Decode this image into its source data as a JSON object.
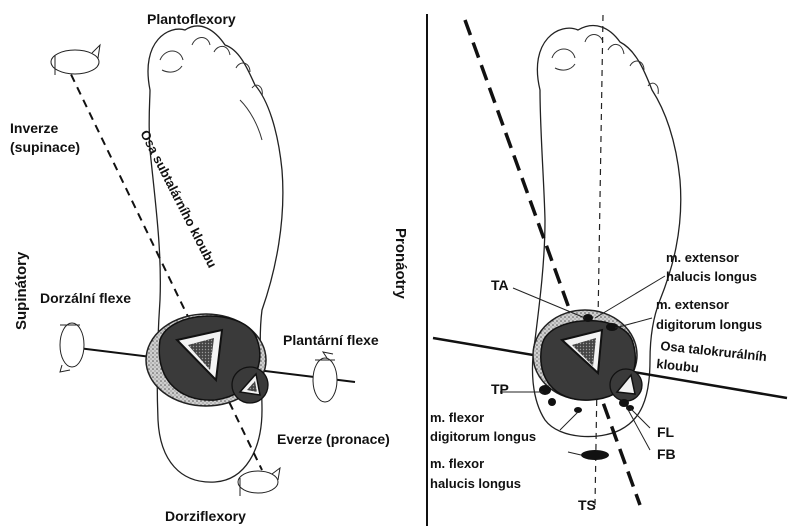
{
  "left_panel": {
    "top_label": "Plantoflexory",
    "bottom_label": "Dorziflexory",
    "side_label": "Supinátory",
    "inversion_label_1": "Inverze",
    "inversion_label_2": "(supinace)",
    "axis_label": "Osa subtalárního kloubu",
    "dorsal_flexion_label": "Dorzální flexe",
    "plantar_flexion_label": "Plantární flexe",
    "eversion_label": "Everze (pronace)"
  },
  "right_panel": {
    "side_label": "Pronáotry",
    "ta_label": "TA",
    "ehl_label_1": "m. extensor",
    "ehl_label_2": "halucis longus",
    "edl_label_1": "m. extensor",
    "edl_label_2": "digitorum longus",
    "axis_label_1": "Osa talokrurálníh",
    "axis_label_2": "kloubu",
    "tp_label": "TP",
    "fdl_label_1": "m. flexor",
    "fdl_label_2": "digitorum longus",
    "fhl_label_1": "m. flexor",
    "fhl_label_2": "halucis longus",
    "fl_label": "FL",
    "fb_label": "FB",
    "ts_label": "TS"
  },
  "icons": [
    "rotation-arrow-icon",
    "ankle-cross-section-icon"
  ]
}
